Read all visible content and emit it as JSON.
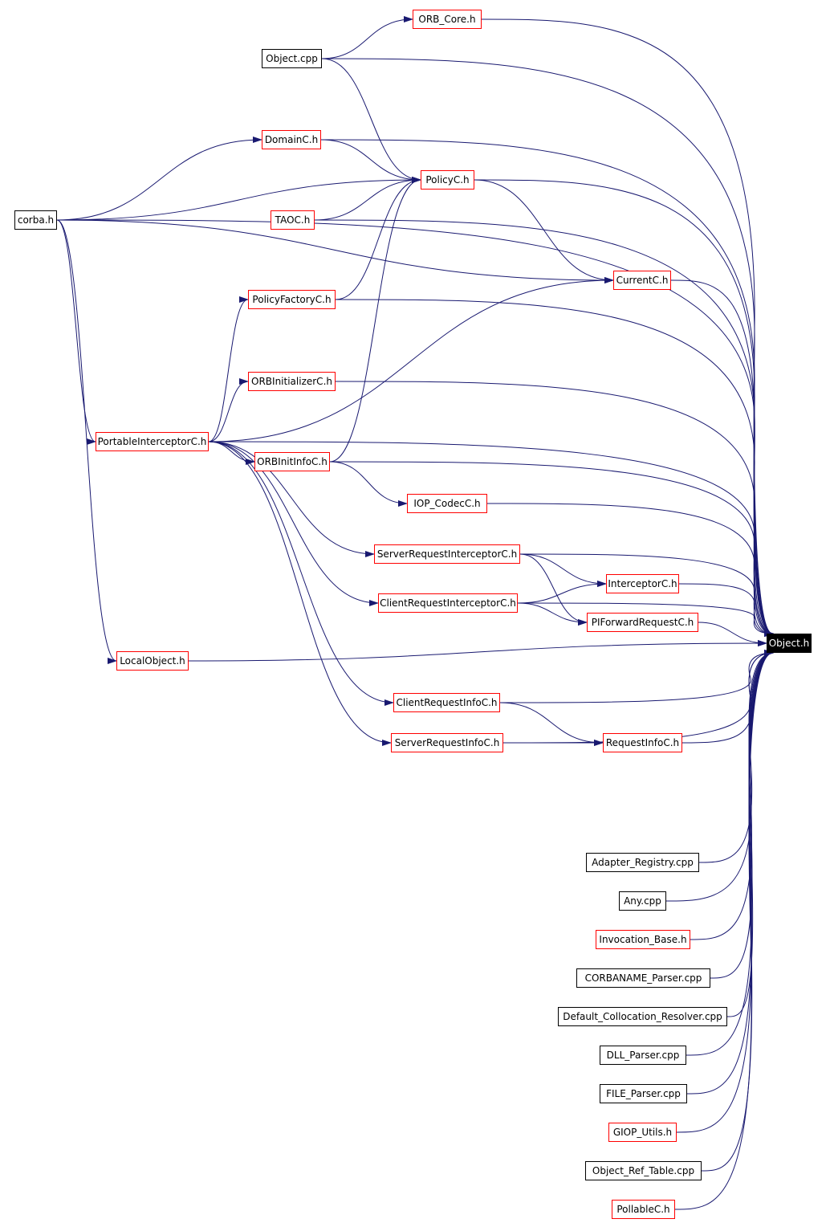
{
  "graph": {
    "colors": {
      "edge": "#191970",
      "documented_border": "#ff0000",
      "undocumented_border": "#000000",
      "focus_fill": "#000000"
    },
    "nodes": [
      {
        "id": "ORB_Core.h",
        "label": "ORB_Core.h",
        "style": "red"
      },
      {
        "id": "Object.cpp",
        "label": "Object.cpp",
        "style": "black"
      },
      {
        "id": "DomainC.h",
        "label": "DomainC.h",
        "style": "red"
      },
      {
        "id": "PolicyC.h",
        "label": "PolicyC.h",
        "style": "red"
      },
      {
        "id": "corba.h",
        "label": "corba.h",
        "style": "black"
      },
      {
        "id": "TAOC.h",
        "label": "TAOC.h",
        "style": "red"
      },
      {
        "id": "CurrentC.h",
        "label": "CurrentC.h",
        "style": "red"
      },
      {
        "id": "PolicyFactoryC.h",
        "label": "PolicyFactoryC.h",
        "style": "red"
      },
      {
        "id": "ORBInitializerC.h",
        "label": "ORBInitializerC.h",
        "style": "red"
      },
      {
        "id": "PortableInterceptorC.h",
        "label": "PortableInterceptorC.h",
        "style": "red"
      },
      {
        "id": "ORBInitInfoC.h",
        "label": "ORBInitInfoC.h",
        "style": "red"
      },
      {
        "id": "IOP_CodecC.h",
        "label": "IOP_CodecC.h",
        "style": "red"
      },
      {
        "id": "ServerRequestInterceptorC.h",
        "label": "ServerRequestInterceptorC.h",
        "style": "red"
      },
      {
        "id": "InterceptorC.h",
        "label": "InterceptorC.h",
        "style": "red"
      },
      {
        "id": "ClientRequestInterceptorC.h",
        "label": "ClientRequestInterceptorC.h",
        "style": "red"
      },
      {
        "id": "PIForwardRequestC.h",
        "label": "PIForwardRequestC.h",
        "style": "red"
      },
      {
        "id": "Object.h",
        "label": "Object.h",
        "style": "focus"
      },
      {
        "id": "LocalObject.h",
        "label": "LocalObject.h",
        "style": "red"
      },
      {
        "id": "ClientRequestInfoC.h",
        "label": "ClientRequestInfoC.h",
        "style": "red"
      },
      {
        "id": "ServerRequestInfoC.h",
        "label": "ServerRequestInfoC.h",
        "style": "red"
      },
      {
        "id": "RequestInfoC.h",
        "label": "RequestInfoC.h",
        "style": "red"
      },
      {
        "id": "Adapter_Registry.cpp",
        "label": "Adapter_Registry.cpp",
        "style": "black"
      },
      {
        "id": "Any.cpp",
        "label": "Any.cpp",
        "style": "black"
      },
      {
        "id": "Invocation_Base.h",
        "label": "Invocation_Base.h",
        "style": "red"
      },
      {
        "id": "CORBANAME_Parser.cpp",
        "label": "CORBANAME_Parser.cpp",
        "style": "black"
      },
      {
        "id": "Default_Collocation_Resolver.cpp",
        "label": "Default_Collocation_Resolver.cpp",
        "style": "black"
      },
      {
        "id": "DLL_Parser.cpp",
        "label": "DLL_Parser.cpp",
        "style": "black"
      },
      {
        "id": "FILE_Parser.cpp",
        "label": "FILE_Parser.cpp",
        "style": "black"
      },
      {
        "id": "GIOP_Utils.h",
        "label": "GIOP_Utils.h",
        "style": "red"
      },
      {
        "id": "Object_Ref_Table.cpp",
        "label": "Object_Ref_Table.cpp",
        "style": "black"
      },
      {
        "id": "PollableC.h",
        "label": "PollableC.h",
        "style": "red"
      }
    ],
    "edges": [
      [
        "Object.cpp",
        "ORB_Core.h"
      ],
      [
        "Object.cpp",
        "Object.h"
      ],
      [
        "Object.cpp",
        "PolicyC.h"
      ],
      [
        "ORB_Core.h",
        "Object.h"
      ],
      [
        "corba.h",
        "Object.h"
      ],
      [
        "corba.h",
        "DomainC.h"
      ],
      [
        "corba.h",
        "PolicyC.h"
      ],
      [
        "corba.h",
        "CurrentC.h"
      ],
      [
        "corba.h",
        "PortableInterceptorC.h"
      ],
      [
        "corba.h",
        "LocalObject.h"
      ],
      [
        "DomainC.h",
        "Object.h"
      ],
      [
        "DomainC.h",
        "PolicyC.h"
      ],
      [
        "PolicyC.h",
        "Object.h"
      ],
      [
        "PolicyC.h",
        "CurrentC.h"
      ],
      [
        "TAOC.h",
        "PolicyC.h"
      ],
      [
        "TAOC.h",
        "Object.h"
      ],
      [
        "CurrentC.h",
        "Object.h"
      ],
      [
        "PolicyFactoryC.h",
        "PolicyC.h"
      ],
      [
        "PolicyFactoryC.h",
        "Object.h"
      ],
      [
        "ORBInitializerC.h",
        "Object.h"
      ],
      [
        "PortableInterceptorC.h",
        "PolicyFactoryC.h"
      ],
      [
        "PortableInterceptorC.h",
        "ORBInitializerC.h"
      ],
      [
        "PortableInterceptorC.h",
        "CurrentC.h"
      ],
      [
        "PortableInterceptorC.h",
        "Object.h"
      ],
      [
        "PortableInterceptorC.h",
        "ORBInitInfoC.h"
      ],
      [
        "PortableInterceptorC.h",
        "ServerRequestInterceptorC.h"
      ],
      [
        "PortableInterceptorC.h",
        "ClientRequestInterceptorC.h"
      ],
      [
        "PortableInterceptorC.h",
        "ClientRequestInfoC.h"
      ],
      [
        "PortableInterceptorC.h",
        "ServerRequestInfoC.h"
      ],
      [
        "ORBInitInfoC.h",
        "PolicyC.h"
      ],
      [
        "ORBInitInfoC.h",
        "Object.h"
      ],
      [
        "ORBInitInfoC.h",
        "IOP_CodecC.h"
      ],
      [
        "IOP_CodecC.h",
        "Object.h"
      ],
      [
        "ServerRequestInterceptorC.h",
        "Object.h"
      ],
      [
        "ServerRequestInterceptorC.h",
        "InterceptorC.h"
      ],
      [
        "ServerRequestInterceptorC.h",
        "PIForwardRequestC.h"
      ],
      [
        "ClientRequestInterceptorC.h",
        "InterceptorC.h"
      ],
      [
        "ClientRequestInterceptorC.h",
        "PIForwardRequestC.h"
      ],
      [
        "ClientRequestInterceptorC.h",
        "Object.h"
      ],
      [
        "InterceptorC.h",
        "Object.h"
      ],
      [
        "PIForwardRequestC.h",
        "Object.h"
      ],
      [
        "LocalObject.h",
        "Object.h"
      ],
      [
        "ClientRequestInfoC.h",
        "Object.h"
      ],
      [
        "ClientRequestInfoC.h",
        "RequestInfoC.h"
      ],
      [
        "ServerRequestInfoC.h",
        "RequestInfoC.h"
      ],
      [
        "ServerRequestInfoC.h",
        "Object.h"
      ],
      [
        "RequestInfoC.h",
        "Object.h"
      ],
      [
        "Adapter_Registry.cpp",
        "Object.h"
      ],
      [
        "Any.cpp",
        "Object.h"
      ],
      [
        "Invocation_Base.h",
        "Object.h"
      ],
      [
        "CORBANAME_Parser.cpp",
        "Object.h"
      ],
      [
        "Default_Collocation_Resolver.cpp",
        "Object.h"
      ],
      [
        "DLL_Parser.cpp",
        "Object.h"
      ],
      [
        "FILE_Parser.cpp",
        "Object.h"
      ],
      [
        "GIOP_Utils.h",
        "Object.h"
      ],
      [
        "Object_Ref_Table.cpp",
        "Object.h"
      ],
      [
        "PollableC.h",
        "Object.h"
      ]
    ]
  }
}
